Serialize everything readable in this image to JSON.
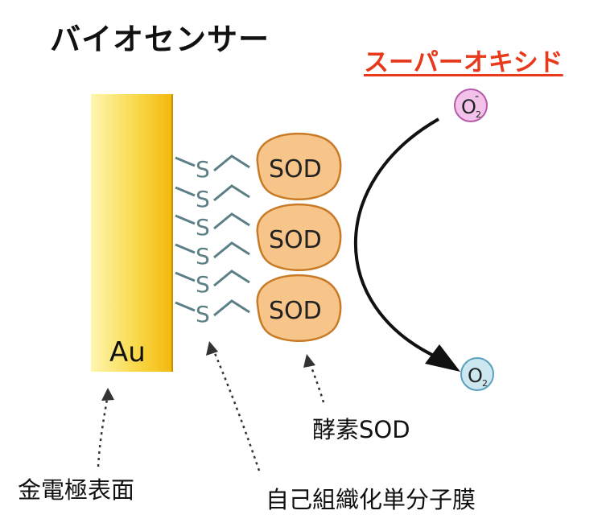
{
  "title": "バイオセンサー",
  "superoxide_label": "スーパーオキシド",
  "electrode_text": "Au",
  "sulfur_symbol": "S",
  "enzyme_labels": [
    "SOD",
    "SOD",
    "SOD"
  ],
  "o2_minus": {
    "base": "O",
    "sub": "2",
    "sup": "-"
  },
  "o2": {
    "base": "O",
    "sub": "2"
  },
  "captions": {
    "electrode": "金電極表面",
    "sam": "自己組織化単分子膜",
    "enzyme": "酵素SOD"
  },
  "colors": {
    "gold_light": "#fff6b0",
    "gold_dark": "#f2b70a",
    "enzyme_fill": "#f7c58a",
    "enzyme_stroke": "#c87a26",
    "linker": "#5c7f86",
    "superoxide_red": "#e8391c",
    "o2_minus_fill": "#f2c2ea",
    "o2_minus_stroke": "#b45aa8",
    "o2_fill": "#cce7f0",
    "o2_stroke": "#5aa0bc"
  }
}
